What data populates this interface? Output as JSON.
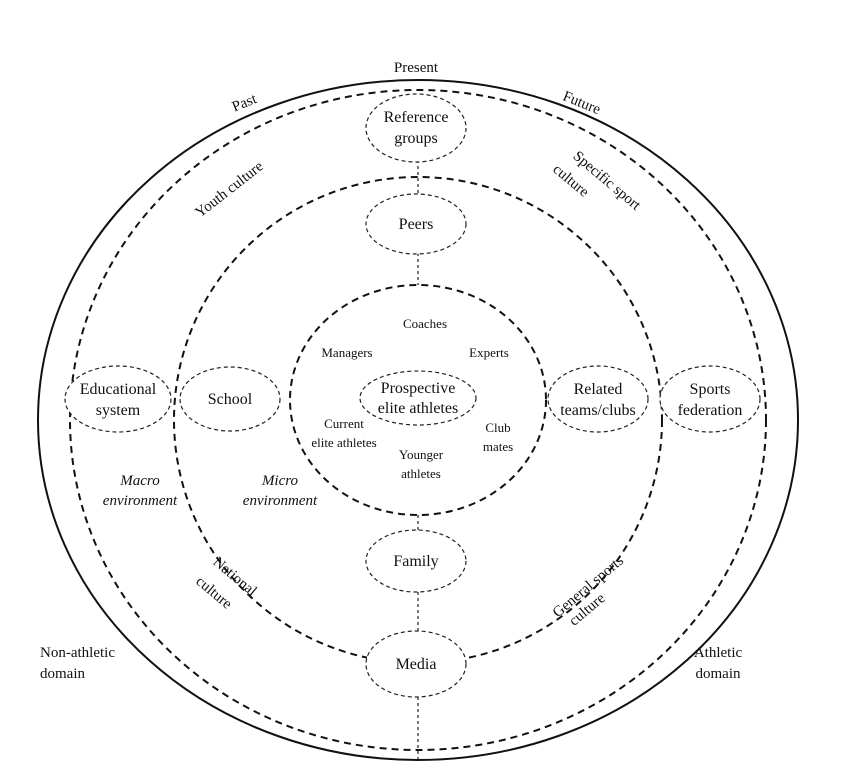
{
  "colors": {
    "ring_fill": "#e6e6e6",
    "white": "#ffffff",
    "line": "#111111"
  },
  "time": {
    "present": "Present",
    "past": "Past",
    "future": "Future"
  },
  "cultures": {
    "youth": "Youth culture",
    "specific_sport_1": "Specific sport",
    "specific_sport_2": "culture",
    "national_1": "National",
    "national_2": "culture",
    "general_1": "General sports",
    "general_2": "culture"
  },
  "environments": {
    "macro_1": "Macro",
    "macro_2": "environment",
    "micro_1": "Micro",
    "micro_2": "environment"
  },
  "domains": {
    "non_athletic_1": "Non-athletic",
    "non_athletic_2": "domain",
    "athletic_1": "Athletic",
    "athletic_2": "domain"
  },
  "nodes": {
    "reference_1": "Reference",
    "reference_2": "groups",
    "peers": "Peers",
    "educational_1": "Educational",
    "educational_2": "system",
    "school": "School",
    "prospective_1": "Prospective",
    "prospective_2": "elite athletes",
    "related_1": "Related",
    "related_2": "teams/clubs",
    "sports_fed_1": "Sports",
    "sports_fed_2": "federation",
    "family": "Family",
    "media": "Media"
  },
  "inner": {
    "coaches": "Coaches",
    "managers": "Managers",
    "experts": "Experts",
    "current_1": "Current",
    "current_2": "elite athletes",
    "club_1": "Club",
    "club_2": "mates",
    "younger_1": "Younger",
    "younger_2": "athletes"
  }
}
